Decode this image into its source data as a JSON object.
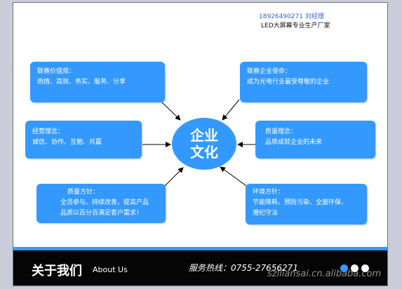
{
  "contact": {
    "phone_name": "18926490271 刘经理",
    "tagline": "LED大屏幕专业生产厂家"
  },
  "center": {
    "line1": "企业",
    "line2": "文化"
  },
  "boxes": [
    {
      "title": "联赛价值观：",
      "body": "热情、高效、务实、服务、分享"
    },
    {
      "title": "联赛企业使命：",
      "body": "成为光电行业最受尊敬的企业"
    },
    {
      "title": "经营理念：",
      "body": "诚信、协作、互勉、共赢"
    },
    {
      "title": "质量理念：",
      "body": "品质成就企业的未来"
    },
    {
      "title": "质量方针：",
      "body_lines": [
        "全员参与、持续改善，提高产品",
        "品质以百分百满足客户需求！"
      ]
    },
    {
      "title": "环境方针：",
      "body_lines": [
        "节能降耗、预防污染、全面环保、",
        "遵纪守法"
      ]
    }
  ],
  "footer": {
    "title_cn": "关于我们",
    "title_en": "About Us",
    "hotline": "服务热线：0755-27656271",
    "watermark": "szlliansai.cn.alibaba.com",
    "dot_colors": [
      "#3399ff",
      "#ffffff",
      "#ffffff"
    ]
  },
  "colors": {
    "accent": "#3399ff",
    "footer_bg": "#050505",
    "canvas_bg": "#c9cdd9"
  }
}
